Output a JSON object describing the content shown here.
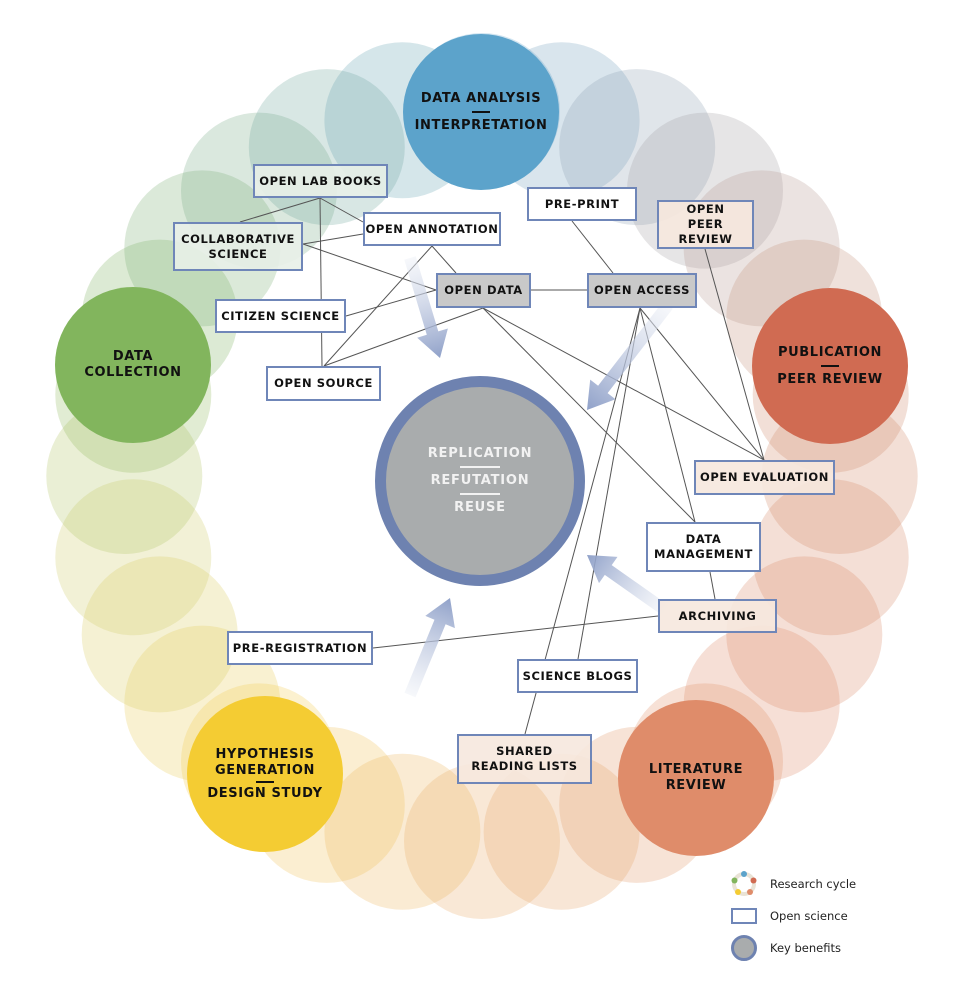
{
  "research_cycle": {
    "stages": [
      {
        "id": "analysis",
        "lines": [
          "DATA ANALYSIS",
          "INTERPRETATION"
        ],
        "separator": true,
        "color": "#5ca3cb"
      },
      {
        "id": "publication",
        "lines": [
          "PUBLICATION",
          "PEER REVIEW"
        ],
        "separator": true,
        "color": "#d06b52"
      },
      {
        "id": "literature",
        "lines": [
          "LITERATURE",
          "REVIEW"
        ],
        "separator": false,
        "color": "#df8c6a"
      },
      {
        "id": "hypothesis",
        "lines": [
          "HYPOTHESIS",
          "GENERATION",
          "DESIGN STUDY"
        ],
        "separator_after": 1,
        "color": "#f4cc33"
      },
      {
        "id": "collection",
        "lines": [
          "DATA",
          "COLLECTION"
        ],
        "separator": false,
        "color": "#82b55d"
      }
    ]
  },
  "key_benefits": {
    "lines": [
      "REPLICATION",
      "REFUTATION",
      "REUSE"
    ],
    "fill": "#a9acad",
    "ring": "#6e82b0"
  },
  "open_science": {
    "nodes": [
      {
        "id": "open_lab_books",
        "label": "OPEN LAB BOOKS"
      },
      {
        "id": "collaborative_science",
        "label": "COLLABORATIVE SCIENCE"
      },
      {
        "id": "open_annotation",
        "label": "OPEN ANNOTATION"
      },
      {
        "id": "citizen_science",
        "label": "CITIZEN SCIENCE"
      },
      {
        "id": "open_data",
        "label": "OPEN DATA"
      },
      {
        "id": "open_source",
        "label": "OPEN SOURCE"
      },
      {
        "id": "pre_print",
        "label": "PRE-PRINT"
      },
      {
        "id": "open_access",
        "label": "OPEN ACCESS"
      },
      {
        "id": "open_peer_review",
        "label": "OPEN PEER REVIEW"
      },
      {
        "id": "open_evaluation",
        "label": "OPEN EVALUATION"
      },
      {
        "id": "data_management",
        "label": "DATA MANAGEMENT"
      },
      {
        "id": "archiving",
        "label": "ARCHIVING"
      },
      {
        "id": "pre_registration",
        "label": "PRE-REGISTRATION"
      },
      {
        "id": "science_blogs",
        "label": "SCIENCE BLOGS"
      },
      {
        "id": "shared_reading_lists",
        "label": "SHARED READING LISTS"
      }
    ],
    "links": [
      [
        "open_lab_books",
        "collaborative_science"
      ],
      [
        "open_lab_books",
        "open_annotation"
      ],
      [
        "open_lab_books",
        "open_source"
      ],
      [
        "collaborative_science",
        "open_annotation"
      ],
      [
        "collaborative_science",
        "open_data"
      ],
      [
        "open_annotation",
        "open_data"
      ],
      [
        "open_annotation",
        "open_source"
      ],
      [
        "citizen_science",
        "open_data"
      ],
      [
        "open_source",
        "open_data"
      ],
      [
        "open_data",
        "open_access"
      ],
      [
        "open_data",
        "open_evaluation"
      ],
      [
        "open_data",
        "data_management"
      ],
      [
        "pre_print",
        "open_access"
      ],
      [
        "open_access",
        "open_evaluation"
      ],
      [
        "open_access",
        "data_management"
      ],
      [
        "open_access",
        "science_blogs"
      ],
      [
        "open_access",
        "shared_reading_lists"
      ],
      [
        "open_peer_review",
        "open_evaluation"
      ],
      [
        "data_management",
        "archiving"
      ],
      [
        "archiving",
        "pre_registration"
      ]
    ]
  },
  "legend": {
    "items": [
      {
        "symbol": "research-cycle",
        "label": "Research cycle"
      },
      {
        "symbol": "open-science",
        "label": "Open science"
      },
      {
        "symbol": "key-benefits",
        "label": "Key benefits"
      }
    ]
  }
}
